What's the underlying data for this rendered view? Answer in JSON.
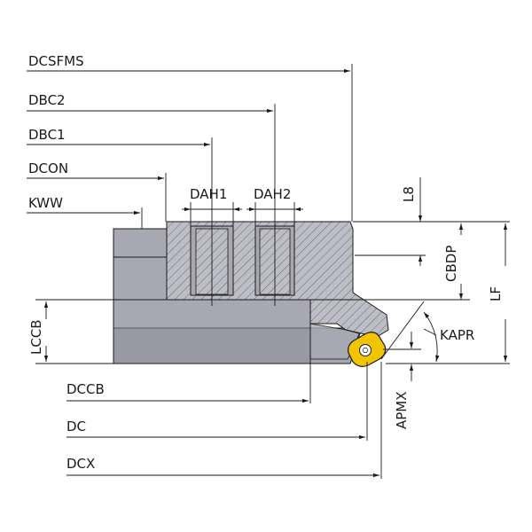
{
  "diagram": {
    "title": "Face mill cutter dimension drawing",
    "colors": {
      "body": "#a8a8b2",
      "section": "#bdbdc6",
      "insert": "#f2c400",
      "line": "#1a1a1a"
    },
    "labels": {
      "dcsfms": "DCSFMS",
      "dbc2": "DBC2",
      "dbc1": "DBC1",
      "dcon": "DCON",
      "kww": "KWW",
      "dah1": "DAH1",
      "dah2": "DAH2",
      "l8": "L8",
      "cbdp": "CBDP",
      "lf": "LF",
      "kapr": "KAPR",
      "lccb": "LCCB",
      "apmx": "APMX",
      "dccb": "DCCB",
      "dc": "DC",
      "dcx": "DCX"
    }
  }
}
